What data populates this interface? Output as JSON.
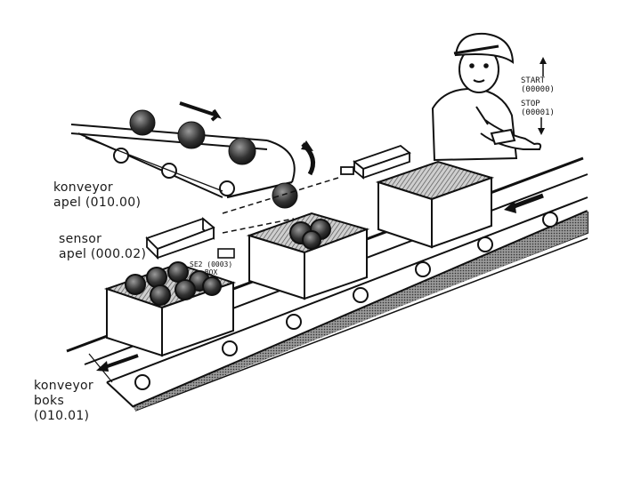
{
  "labels": {
    "apple_conveyor": [
      "konveyor",
      "apel (010.00)"
    ],
    "apple_sensor": [
      "sensor",
      "apel (000.02)"
    ],
    "box_conveyor": [
      "konveyor",
      "boks",
      "(010.01)"
    ],
    "start": [
      "START",
      "(00000)"
    ],
    "stop": [
      "STOP",
      "(00001)"
    ],
    "box_sensor": [
      "SE2 (0003)",
      "BOX"
    ]
  },
  "colors": {
    "ink": "#111111",
    "hatch": "#555555",
    "paper": "#ffffff"
  }
}
